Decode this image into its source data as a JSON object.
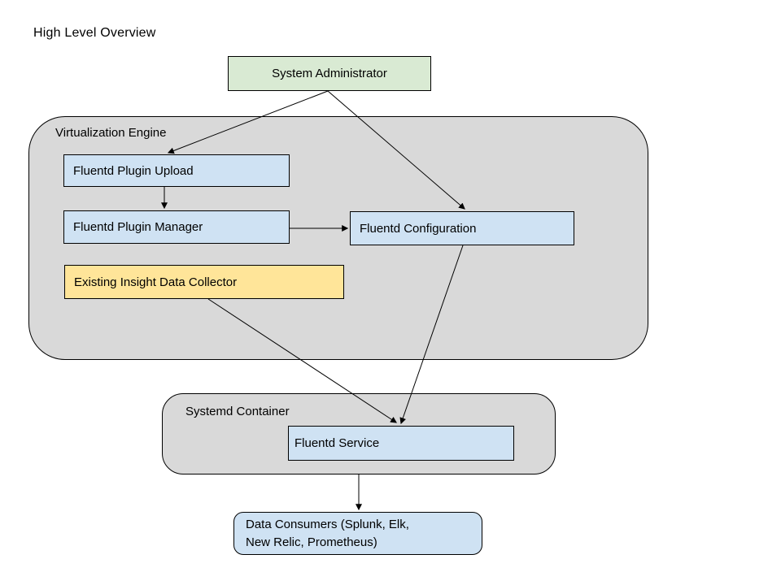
{
  "page": {
    "title": "High Level Overview",
    "background": "#ffffff",
    "border_color": "#000000",
    "text_color": "#000000"
  },
  "containers": {
    "virtualization_engine": {
      "label": "Virtualization Engine",
      "fill": "#d9d9d9"
    },
    "systemd_container": {
      "label": "Systemd Container",
      "fill": "#d9d9d9"
    }
  },
  "nodes": {
    "system_administrator": {
      "label": "System Administrator",
      "fill": "#d9ead3"
    },
    "fluentd_plugin_upload": {
      "label": "Fluentd Plugin Upload",
      "fill": "#cfe2f3"
    },
    "fluentd_plugin_manager": {
      "label": "Fluentd Plugin Manager",
      "fill": "#cfe2f3"
    },
    "fluentd_configuration": {
      "label": "Fluentd Configuration",
      "fill": "#cfe2f3"
    },
    "existing_insight_data_collector": {
      "label": "Existing Insight Data Collector",
      "fill": "#ffe599"
    },
    "fluentd_service": {
      "label": "Fluentd Service",
      "fill": "#cfe2f3"
    },
    "data_consumers": {
      "label": "Data Consumers (Splunk, Elk, New Relic, Prometheus)",
      "line1": "Data Consumers (Splunk, Elk,",
      "line2": "New Relic, Prometheus)",
      "fill": "#cfe2f3"
    }
  },
  "edges": [
    {
      "from": "System Administrator",
      "to": "Fluentd Plugin Upload"
    },
    {
      "from": "System Administrator",
      "to": "Fluentd Configuration"
    },
    {
      "from": "Fluentd Plugin Upload",
      "to": "Fluentd Plugin Manager"
    },
    {
      "from": "Fluentd Plugin Manager",
      "to": "Fluentd Configuration"
    },
    {
      "from": "Fluentd Configuration",
      "to": "Fluentd Service"
    },
    {
      "from": "Existing Insight Data Collector",
      "to": "Fluentd Service"
    },
    {
      "from": "Systemd Container",
      "to": "Data Consumers (Splunk, Elk, New Relic, Prometheus)"
    }
  ]
}
